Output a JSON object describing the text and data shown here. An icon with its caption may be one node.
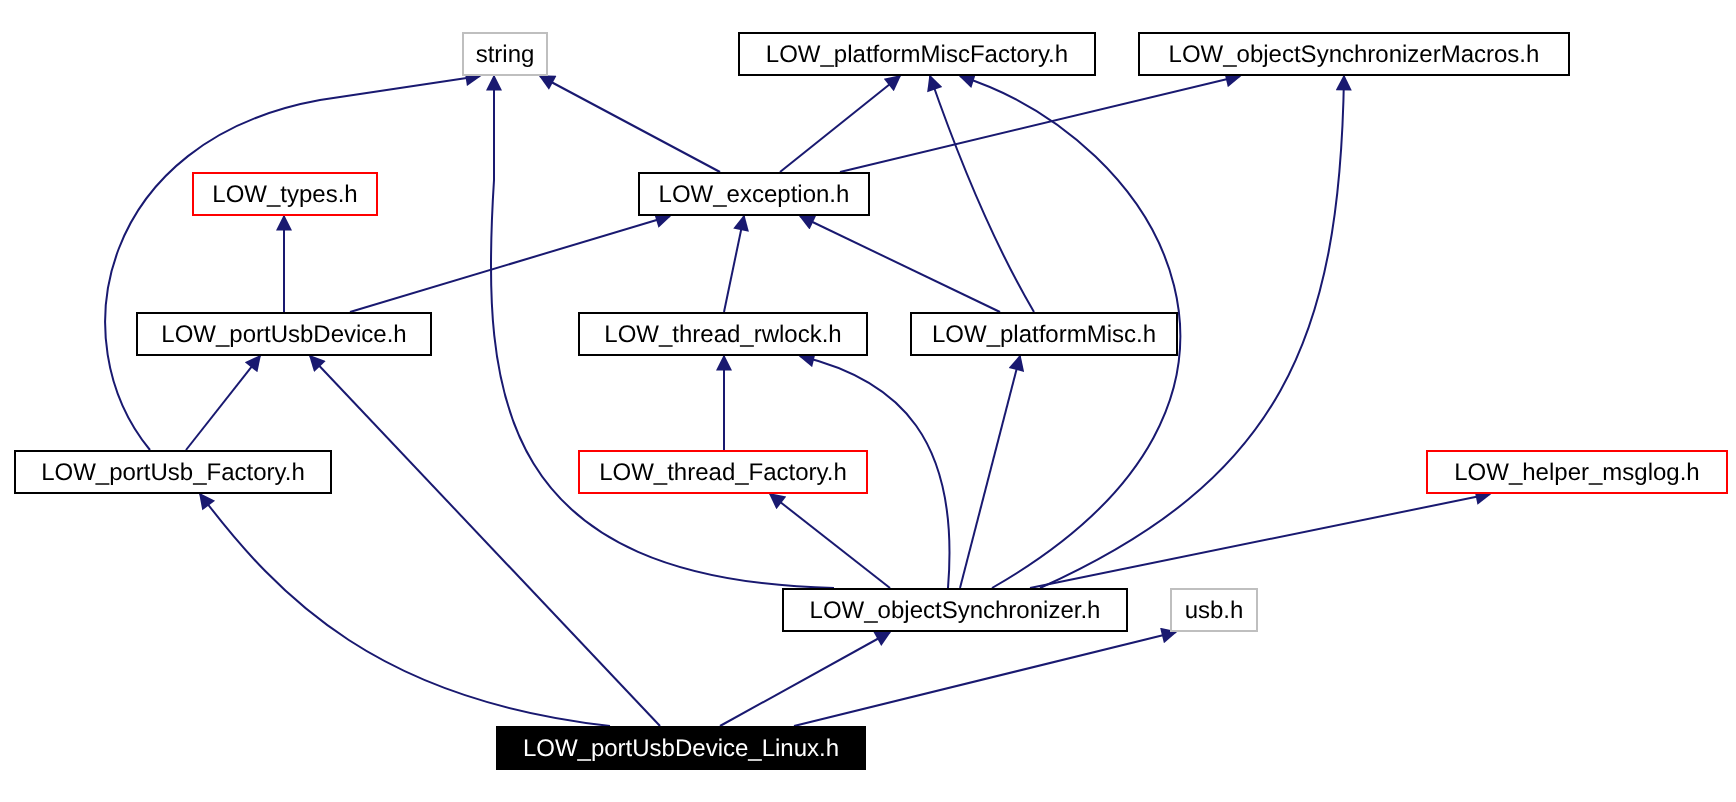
{
  "diagram": {
    "nodes": [
      {
        "text": [
          "string"
        ]
      },
      {
        "text": [
          "LOW_platformMiscFactory.h"
        ]
      },
      {
        "text": [
          "LOW_objectSynchronizerMacros.h"
        ]
      },
      {
        "text": [
          "LOW_types.h"
        ]
      },
      {
        "text": [
          "LOW_exception.h"
        ]
      },
      {
        "text": [
          "LOW_portUsbDevice.h"
        ]
      },
      {
        "text": [
          "LOW_thread_rwlock.h"
        ]
      },
      {
        "text": [
          "LOW_platformMisc.h"
        ]
      },
      {
        "text": [
          "LOW_portUsb_Factory.h"
        ]
      },
      {
        "text": [
          "LOW_thread_Factory.h"
        ]
      },
      {
        "text": [
          "LOW_helper_msglog.h"
        ]
      },
      {
        "text": [
          "LOW_objectSynchronizer.h"
        ]
      },
      {
        "text": [
          "usb.h"
        ]
      },
      {
        "text": [
          "LOW_portUsbDevice_Linux.h"
        ]
      }
    ],
    "edges": [
      {
        "from": 4,
        "to": 0,
        "arrow": "to"
      },
      {
        "from": 4,
        "to": 1,
        "arrow": "to"
      },
      {
        "from": 4,
        "to": 2,
        "arrow": "to"
      },
      {
        "from": 5,
        "to": 3,
        "arrow": "to"
      },
      {
        "from": 5,
        "to": 4,
        "arrow": "to"
      },
      {
        "from": 6,
        "to": 4,
        "arrow": "to"
      },
      {
        "from": 7,
        "to": 4,
        "arrow": "to"
      },
      {
        "from": 7,
        "to": 1,
        "arrow": "to"
      },
      {
        "from": 8,
        "to": 0,
        "arrow": "to"
      },
      {
        "from": 8,
        "to": 5,
        "arrow": "to"
      },
      {
        "from": 9,
        "to": 6,
        "arrow": "to"
      },
      {
        "from": 11,
        "to": 0,
        "arrow": "to"
      },
      {
        "from": 11,
        "to": 9,
        "arrow": "to"
      },
      {
        "from": 11,
        "to": 6,
        "arrow": "to"
      },
      {
        "from": 11,
        "to": 7,
        "arrow": "to"
      },
      {
        "from": 11,
        "to": 1,
        "arrow": "to"
      },
      {
        "from": 11,
        "to": 2,
        "arrow": "to"
      },
      {
        "from": 11,
        "to": 10,
        "arrow": "to"
      },
      {
        "from": 13,
        "to": 8,
        "arrow": "to"
      },
      {
        "from": 13,
        "to": 5,
        "arrow": "to"
      },
      {
        "from": 13,
        "to": 11,
        "arrow": "to"
      },
      {
        "from": 13,
        "to": 12,
        "arrow": "to"
      }
    ]
  }
}
